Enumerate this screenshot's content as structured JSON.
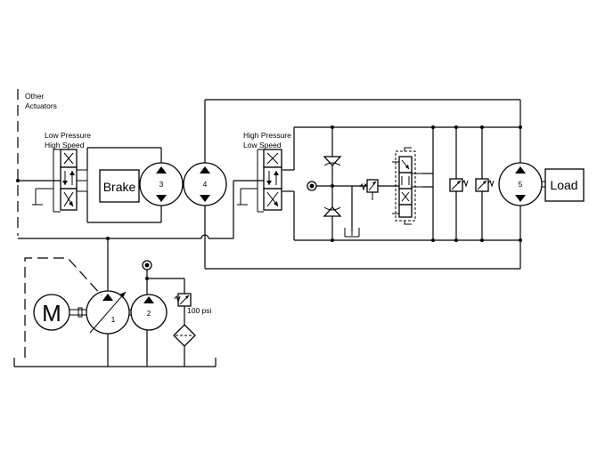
{
  "labels": {
    "other_actuators_1": "Other",
    "other_actuators_2": "Actuators",
    "low_pressure_1": "Low Pressure",
    "low_pressure_2": "High Speed",
    "high_pressure_1": "High Pressure",
    "high_pressure_2": "Low Speed",
    "brake": "Brake",
    "load": "Load",
    "motor": "M",
    "relief_setting": "100 psi"
  },
  "components": {
    "pump_1": "1",
    "pump_2": "2",
    "motor_3": "3",
    "motor_4": "4",
    "motor_5": "5"
  }
}
